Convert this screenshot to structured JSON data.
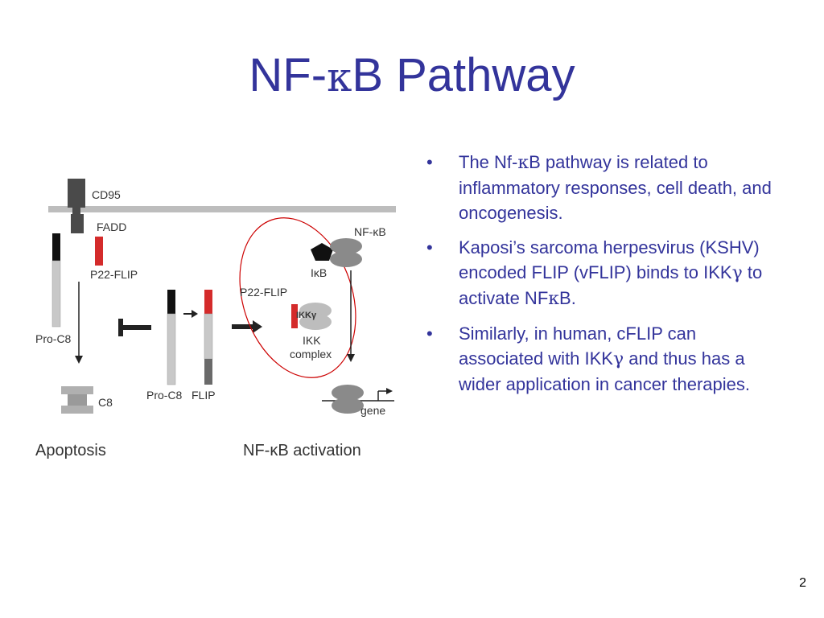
{
  "slide": {
    "title_prefix": "NF-",
    "title_kappa": "κ",
    "title_suffix": "B Pathway",
    "page_number": "2"
  },
  "bullets": [
    {
      "parts": [
        "The Nf-",
        "κ",
        "B pathway is related to inflammatory responses, cell death, and oncogenesis."
      ]
    },
    {
      "parts": [
        "Kaposi’s sarcoma herpesvirus (KSHV) encoded FLIP (vFLIP) binds to IKK",
        "γ",
        " to activate NF",
        "κ",
        "B."
      ]
    },
    {
      "parts": [
        "Similarly, in human, cFLIP can associated with IKK",
        "γ",
        " and thus has a wider application in cancer therapies."
      ]
    }
  ],
  "figure": {
    "labels": {
      "cd95": "CD95",
      "fadd": "FADD",
      "p22flip_top": "P22-FLIP",
      "pro_c8_left": "Pro-C8",
      "c8": "C8",
      "apoptosis": "Apoptosis",
      "pro_c8_mid": "Pro-C8",
      "flip": "FLIP",
      "p22flip_mid": "P22-FLIP",
      "ikk_gamma": "IKKγ",
      "ikb": "IκB",
      "nfkb": "NF-κB",
      "ikk_complex_1": "IKK",
      "ikk_complex_2": "complex",
      "gene": "gene",
      "nfkb_activation": "NF-κB activation"
    },
    "colors": {
      "dark_gray": "#4a4a4a",
      "mid_gray": "#9a9a9a",
      "light_gray": "#c8c8c8",
      "black": "#111111",
      "red": "#d42b2b",
      "oval": "#cc0000"
    }
  }
}
